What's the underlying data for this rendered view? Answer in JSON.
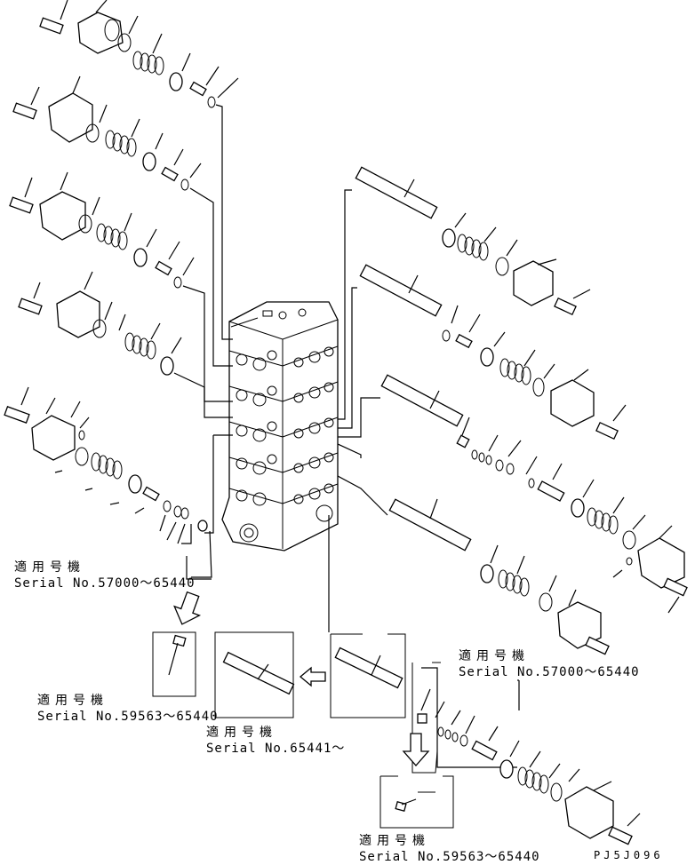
{
  "notes": {
    "left_upper": {
      "title": "適用号機",
      "serial": "Serial No.57000～65440"
    },
    "left_lower": {
      "title": "適用号機",
      "serial": "Serial No.59563～65440"
    },
    "center": {
      "title": "適用号機",
      "serial": "Serial No.65441～"
    },
    "right_upper": {
      "title": "適用号機",
      "serial": "Serial No.57000～65440"
    },
    "right_lower": {
      "title": "適用号機",
      "serial": "Serial No.59563～65440"
    }
  },
  "drawing_code": "PJ5J096",
  "icons": {
    "down_arrow": "hollow-down-arrow",
    "left_arrow": "hollow-left-arrow"
  },
  "colors": {
    "line": "#000000",
    "background": "#ffffff"
  }
}
